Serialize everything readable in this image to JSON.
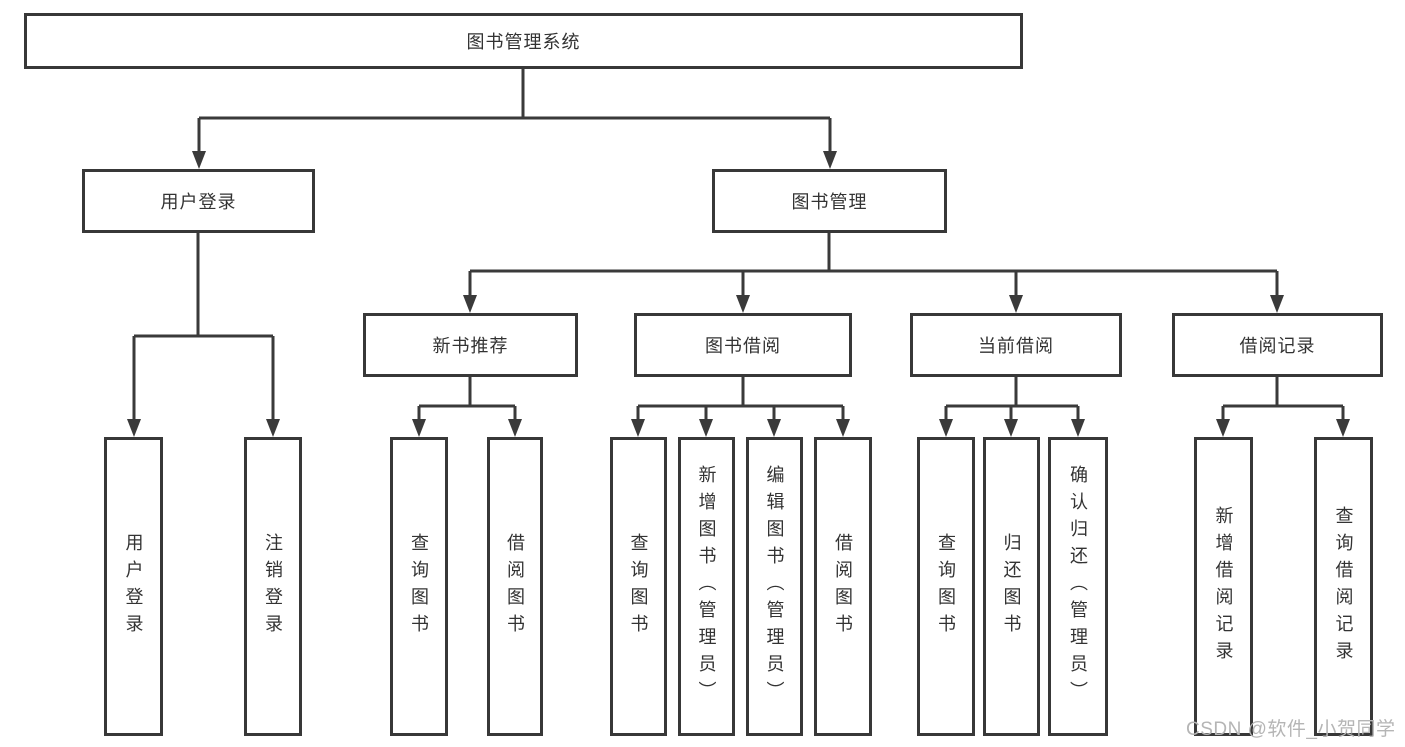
{
  "tree": {
    "root": {
      "label": "图书管理系统",
      "children": [
        {
          "label": "用户登录",
          "children": [
            {
              "label": "用户登录"
            },
            {
              "label": "注销登录"
            }
          ]
        },
        {
          "label": "图书管理",
          "children": [
            {
              "label": "新书推荐",
              "children": [
                {
                  "label": "查询图书"
                },
                {
                  "label": "借阅图书"
                }
              ]
            },
            {
              "label": "图书借阅",
              "children": [
                {
                  "label": "查询图书"
                },
                {
                  "label": "新增图书（管理员）"
                },
                {
                  "label": "编辑图书（管理员）"
                },
                {
                  "label": "借阅图书"
                }
              ]
            },
            {
              "label": "当前借阅",
              "children": [
                {
                  "label": "查询图书"
                },
                {
                  "label": "归还图书"
                },
                {
                  "label": "确认归还（管理员）"
                }
              ]
            },
            {
              "label": "借阅记录",
              "children": [
                {
                  "label": "新增借阅记录"
                },
                {
                  "label": "查询借阅记录"
                }
              ]
            }
          ]
        }
      ]
    }
  },
  "watermark": {
    "text": "CSDN @软件_小贺同学"
  },
  "colors": {
    "line": "#3a3a3a",
    "border": "#383838",
    "text": "#333333",
    "watermark": "#b5b5b5",
    "background": "#ffffff"
  }
}
